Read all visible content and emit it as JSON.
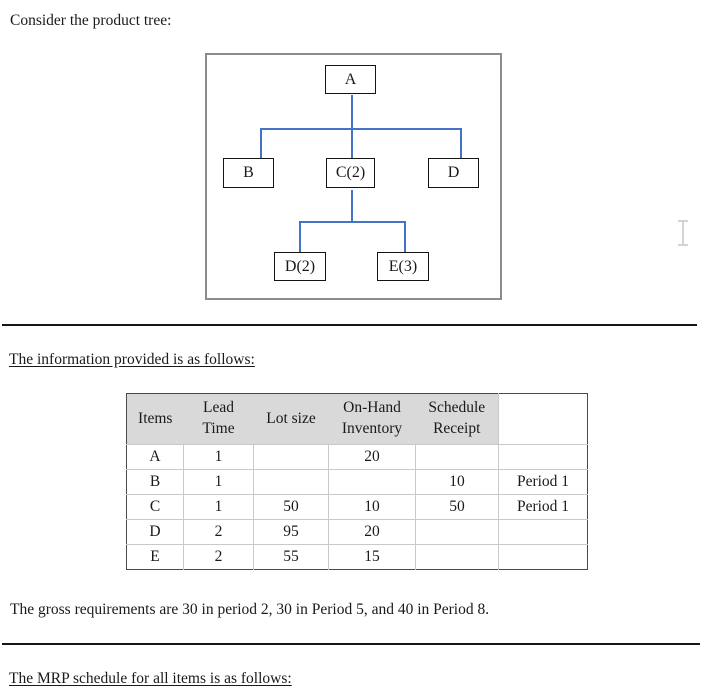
{
  "document": {
    "intro_text": "Consider the product tree:",
    "info_heading": "The information provided is as follows:",
    "gross_requirements": "The gross requirements are 30 in period 2, 30 in Period 5, and 40 in Period 8.",
    "mrp_heading": "The MRP schedule for all items is as follows:"
  },
  "tree": {
    "connector_color": "#4472C4",
    "nodes": {
      "a": "A",
      "b": "B",
      "c": "C(2)",
      "d": "D",
      "d2": "D(2)",
      "e3": "E(3)"
    }
  },
  "info_table": {
    "header_bg": "#d9d9d9",
    "headers": [
      {
        "l1": "Items",
        "l2": ""
      },
      {
        "l1": "Lead",
        "l2": "Time"
      },
      {
        "l1": "Lot size",
        "l2": ""
      },
      {
        "l1": "On-Hand",
        "l2": "Inventory"
      },
      {
        "l1": "Schedule",
        "l2": "Receipt"
      },
      {
        "l1": "",
        "l2": ""
      }
    ],
    "rows": [
      [
        "A",
        "1",
        "",
        "20",
        "",
        ""
      ],
      [
        "B",
        "1",
        "",
        "",
        "10",
        "Period 1"
      ],
      [
        "C",
        "1",
        "50",
        "10",
        "50",
        "Period 1"
      ],
      [
        "D",
        "2",
        "95",
        "20",
        "",
        ""
      ],
      [
        "E",
        "2",
        "55",
        "15",
        "",
        ""
      ]
    ]
  },
  "cursor": {
    "text_cursor_icon": "i-beam"
  }
}
